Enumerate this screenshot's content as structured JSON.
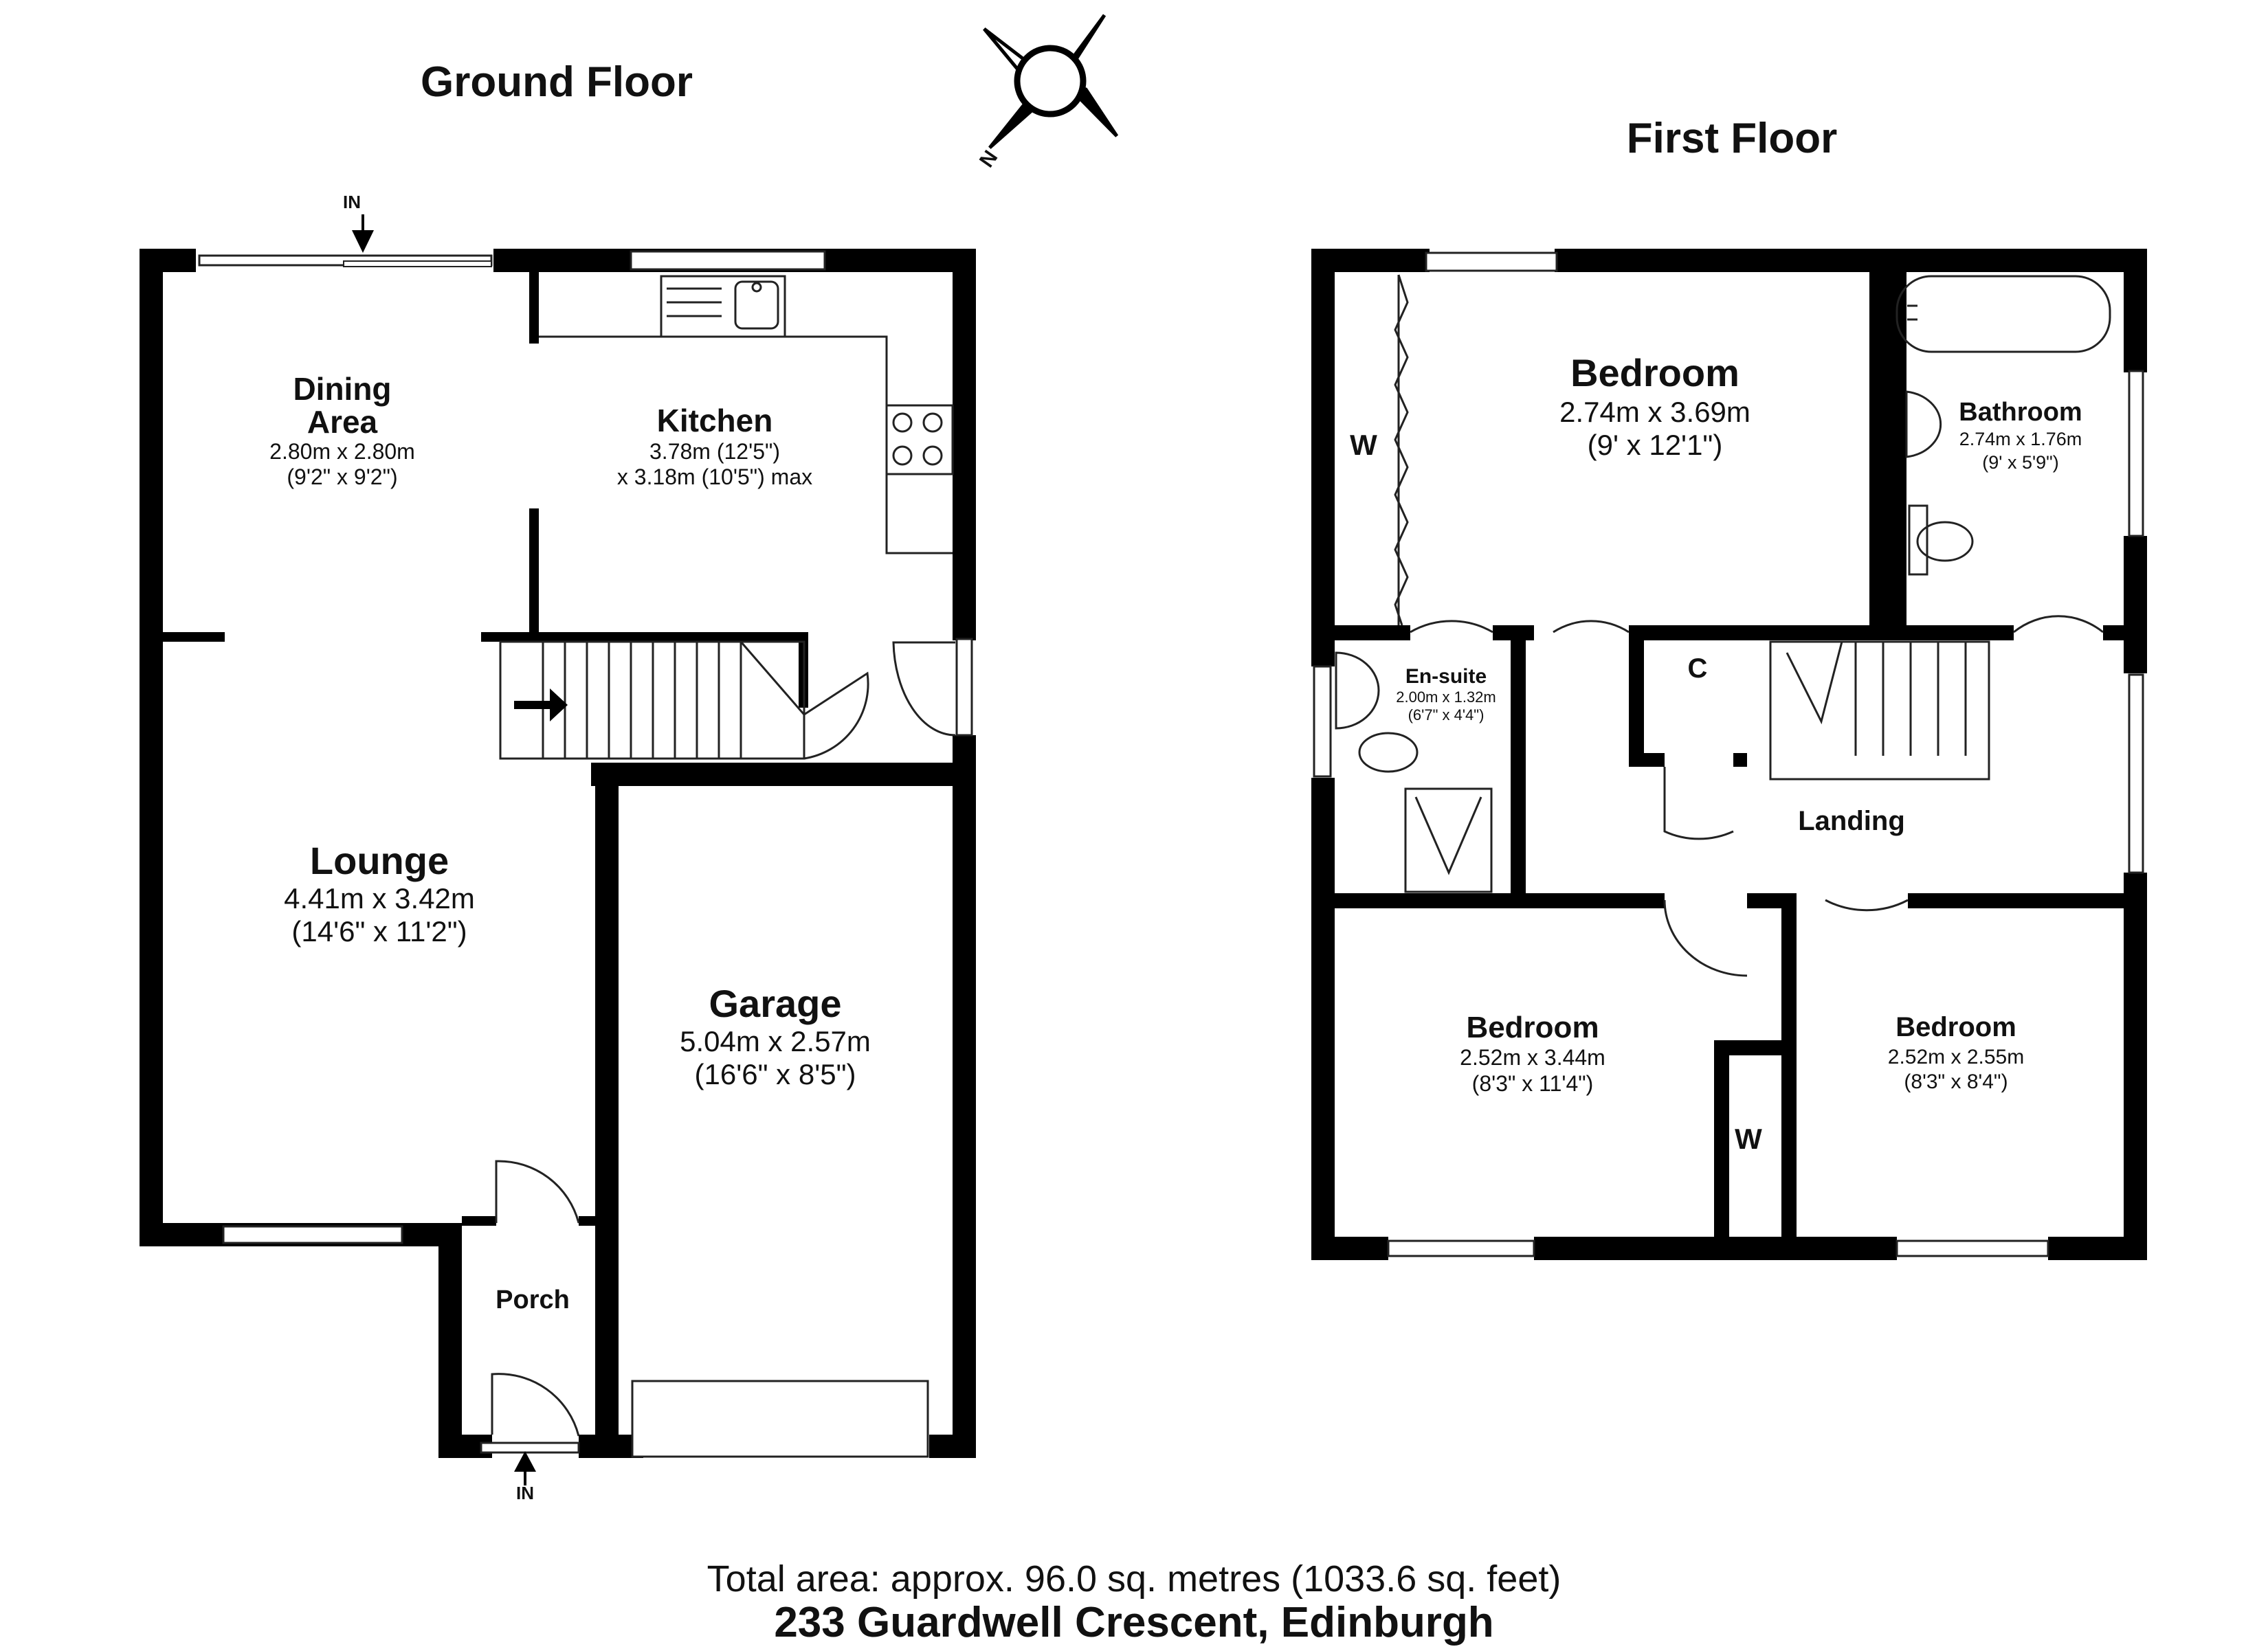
{
  "floors": {
    "ground": {
      "title": "Ground Floor",
      "rooms": {
        "dining": {
          "name_line1": "Dining",
          "name_line2": "Area",
          "dim_metric": "2.80m x 2.80m",
          "dim_imperial": "(9'2\" x 9'2\")"
        },
        "kitchen": {
          "name": "Kitchen",
          "dim_metric": "3.78m (12'5\")",
          "dim_imperial": "x 3.18m (10'5\") max"
        },
        "lounge": {
          "name": "Lounge",
          "dim_metric": "4.41m x 3.42m",
          "dim_imperial": "(14'6\" x 11'2\")"
        },
        "garage": {
          "name": "Garage",
          "dim_metric": "5.04m x 2.57m",
          "dim_imperial": "(16'6\" x 8'5\")"
        },
        "porch": {
          "name": "Porch"
        }
      },
      "entrances": [
        "IN",
        "IN"
      ]
    },
    "first": {
      "title": "First Floor",
      "rooms": {
        "bedroom_main": {
          "name": "Bedroom",
          "dim_metric": "2.74m x 3.69m",
          "dim_imperial": "(9' x 12'1\")"
        },
        "bathroom": {
          "name": "Bathroom",
          "dim_metric": "2.74m x 1.76m",
          "dim_imperial": "(9' x 5'9\")"
        },
        "ensuite": {
          "name": "En-suite",
          "dim_metric": "2.00m x 1.32m",
          "dim_imperial": "(6'7\" x 4'4\")"
        },
        "landing": {
          "name": "Landing"
        },
        "bedroom_left": {
          "name": "Bedroom",
          "dim_metric": "2.52m x 3.44m",
          "dim_imperial": "(8'3\" x 11'4\")"
        },
        "bedroom_right": {
          "name": "Bedroom",
          "dim_metric": "2.52m x 2.55m",
          "dim_imperial": "(8'3\" x 8'4\")"
        }
      },
      "markers": {
        "wardrobe_main": "W",
        "cupboard": "C",
        "wardrobe_small": "W"
      }
    }
  },
  "compass": {
    "north_label": "N"
  },
  "footer": {
    "total_area": "Total area: approx. 96.0 sq. metres (1033.6 sq. feet)",
    "address": "233 Guardwell Crescent, Edinburgh"
  }
}
